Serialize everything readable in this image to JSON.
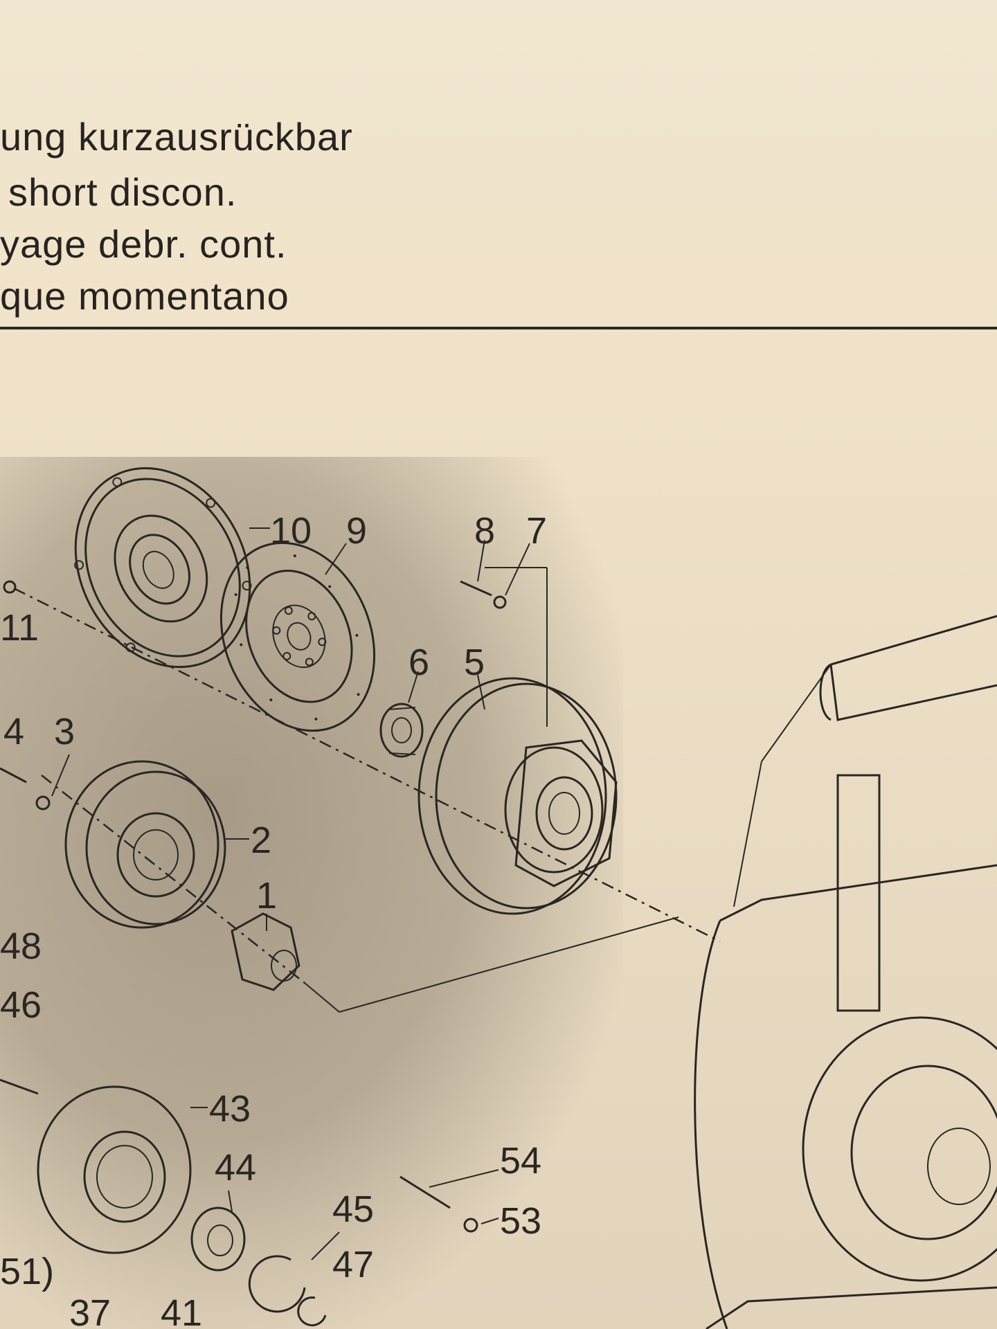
{
  "header": {
    "line1": "ung kurzausrückbar",
    "line2": "short discon.",
    "line3": "yage debr. cont.",
    "line4": "que momentano"
  },
  "part_labels": {
    "p1": "1",
    "p2": "2",
    "p3": "3",
    "p4": "4",
    "p5": "5",
    "p6": "6",
    "p7": "7",
    "p8": "8",
    "p9": "9",
    "p10": "10",
    "p11": "11",
    "p37": "37",
    "p41": "41",
    "p43": "43",
    "p44": "44",
    "p45": "45",
    "p46": "46",
    "p47": "47",
    "p48": "48",
    "p51": "51)",
    "p53": "53",
    "p54": "54"
  }
}
